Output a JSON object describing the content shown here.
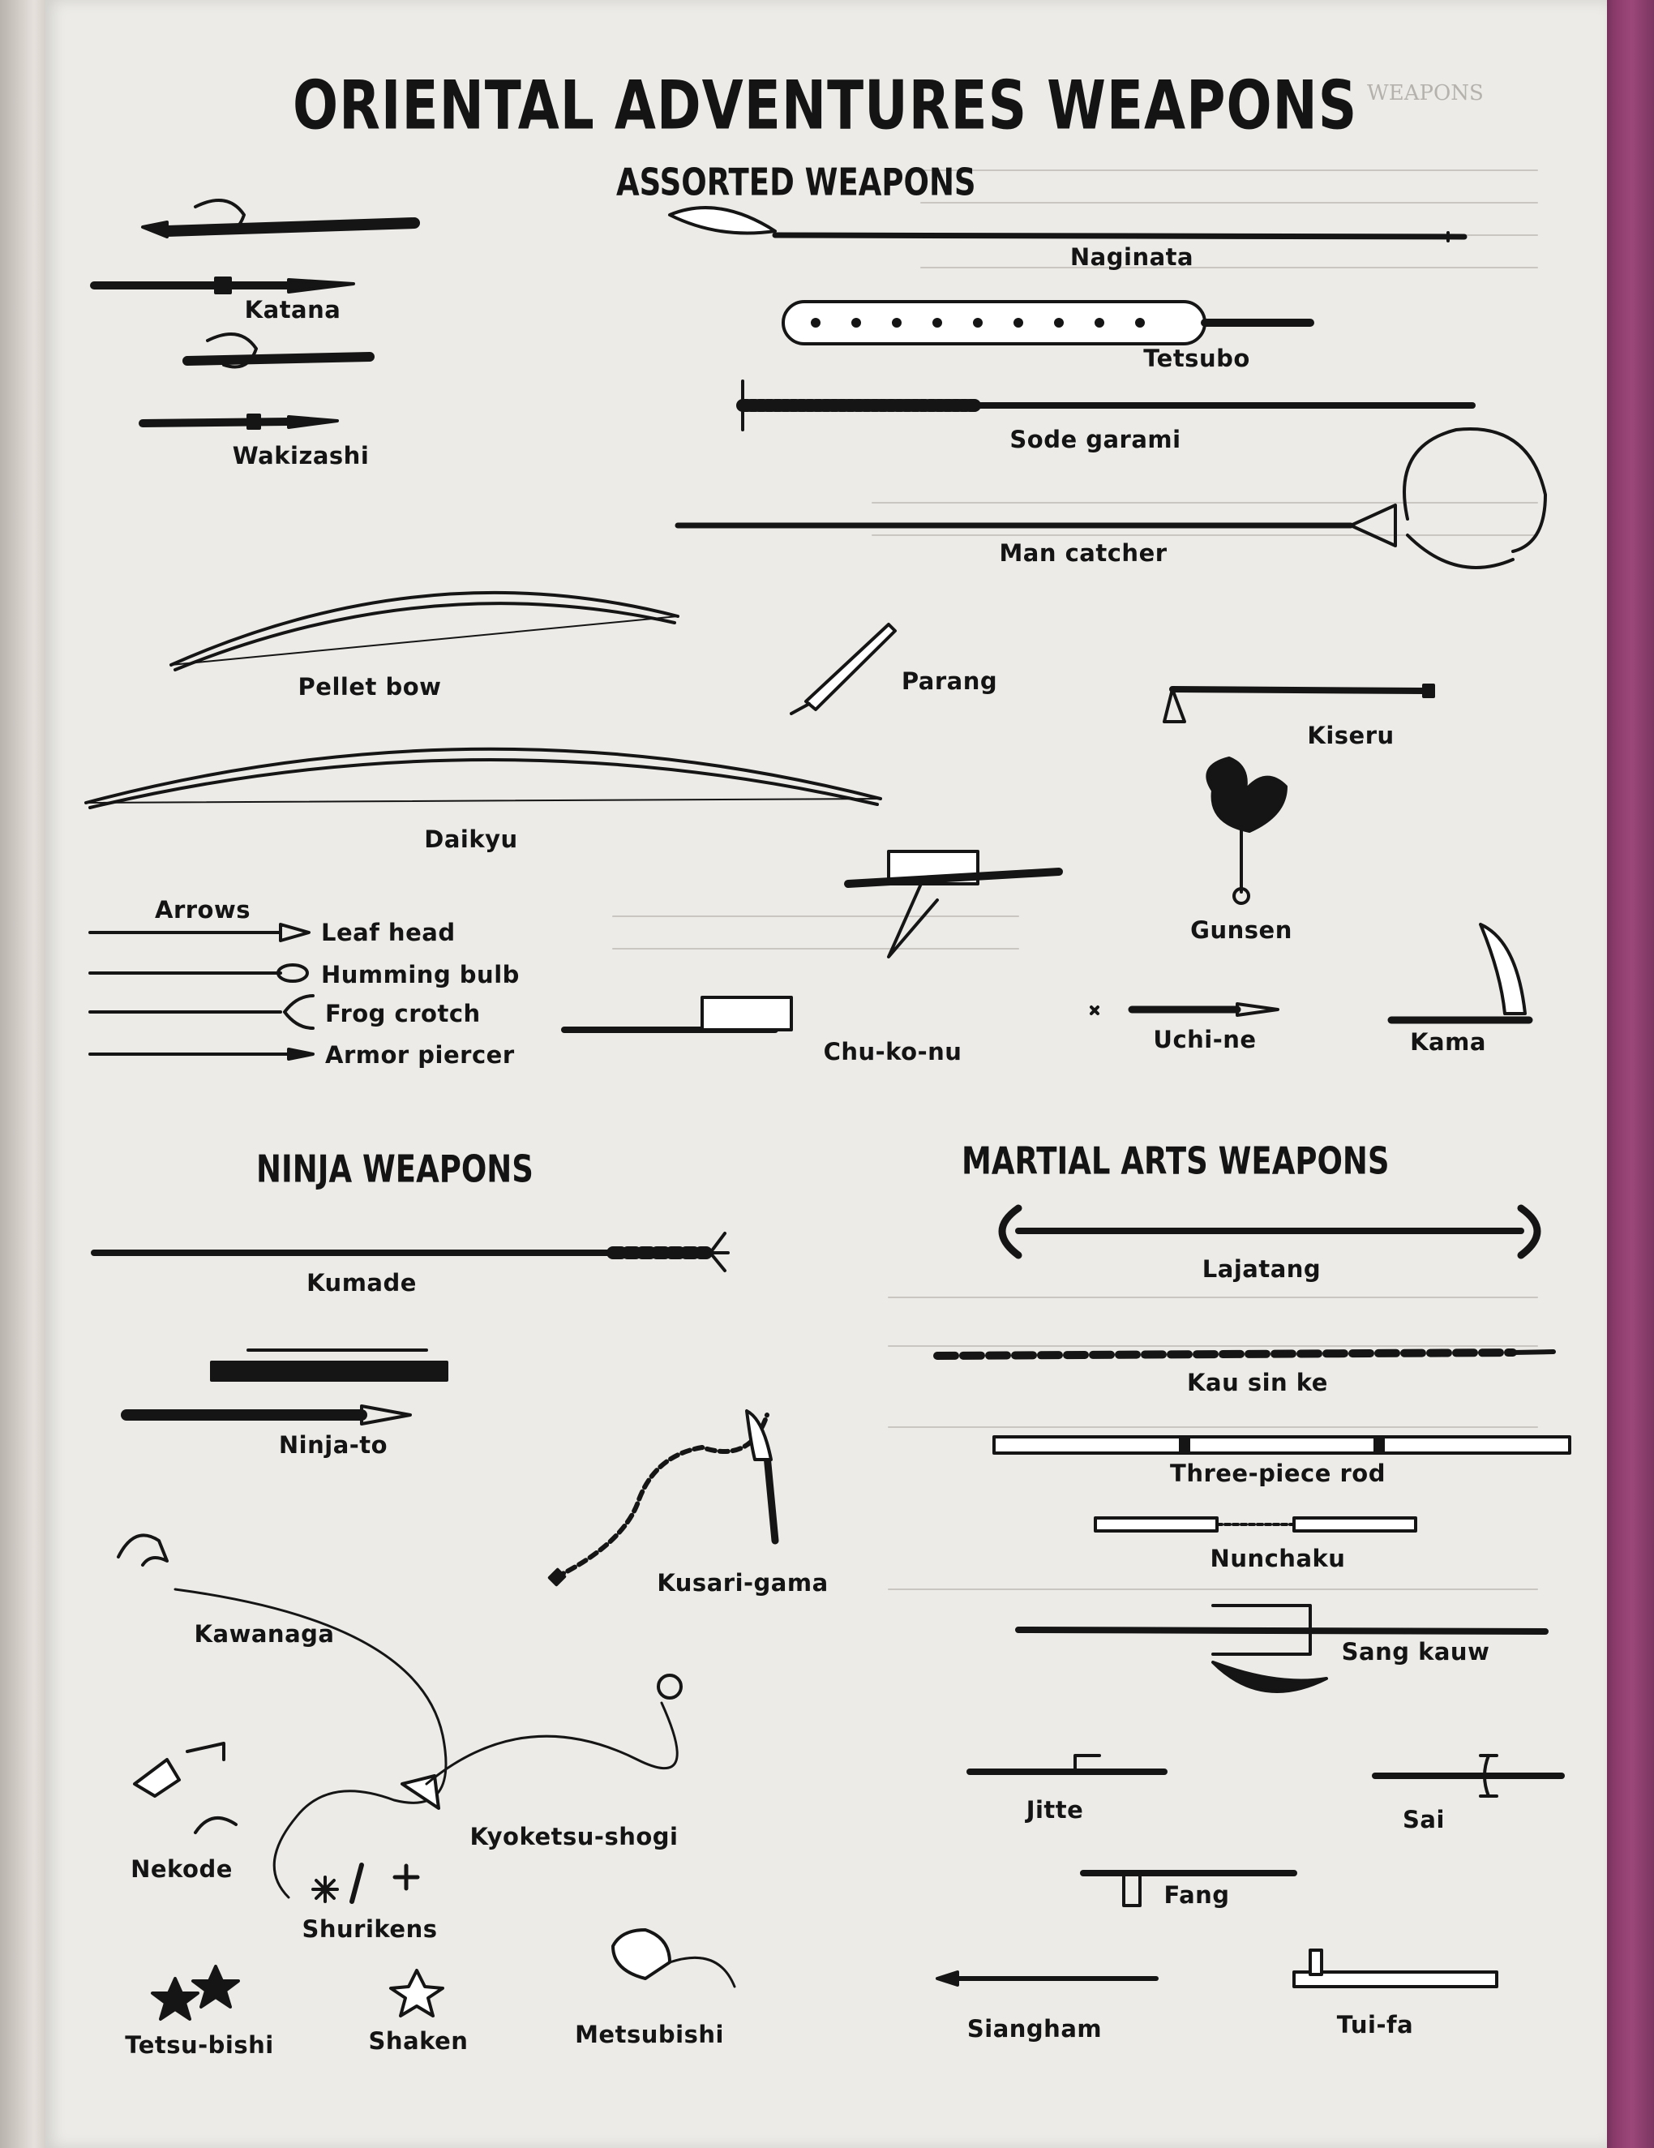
{
  "page": {
    "title": "ORIENTAL ADVENTURES WEAPONS",
    "sections": {
      "assorted": "ASSORTED WEAPONS",
      "ninja": "NINJA WEAPONS",
      "martial": "MARTIAL ARTS WEAPONS"
    },
    "ghost_heading": "WEAPONS"
  },
  "weapons": {
    "assorted": {
      "katana": "Katana",
      "wakizashi": "Wakizashi",
      "naginata": "Naginata",
      "tetsubo": "Tetsubo",
      "sode_garami": "Sode garami",
      "man_catcher": "Man catcher",
      "pellet_bow": "Pellet bow",
      "parang": "Parang",
      "kiseru": "Kiseru",
      "daikyu": "Daikyu",
      "gunsen": "Gunsen",
      "chu_ko_nu": "Chu-ko-nu",
      "uchi_ne": "Uchi-ne",
      "kama": "Kama"
    },
    "arrows": {
      "heading": "Arrows",
      "types": [
        "Leaf head",
        "Humming bulb",
        "Frog crotch",
        "Armor piercer"
      ]
    },
    "ninja": {
      "kumade": "Kumade",
      "ninja_to": "Ninja-to",
      "kusari_gama": "Kusari-gama",
      "kawanaga": "Kawanaga",
      "kyoketsu_shogi": "Kyoketsu-shogi",
      "nekode": "Nekode",
      "shurikens": "Shurikens",
      "tetsu_bishi": "Tetsu-bishi",
      "shaken": "Shaken",
      "metsubishi": "Metsubishi"
    },
    "martial": {
      "lajatang": "Lajatang",
      "kau_sin_ke": "Kau sin ke",
      "three_piece_rod": "Three-piece rod",
      "nunchaku": "Nunchaku",
      "sang_kauw": "Sang kauw",
      "jitte": "Jitte",
      "sai": "Sai",
      "fang": "Fang",
      "siangham": "Siangham",
      "tui_fa": "Tui-fa"
    }
  },
  "colors": {
    "ink": "#141414",
    "paper": "#ecebe7",
    "cover": "#8a3a6a"
  }
}
